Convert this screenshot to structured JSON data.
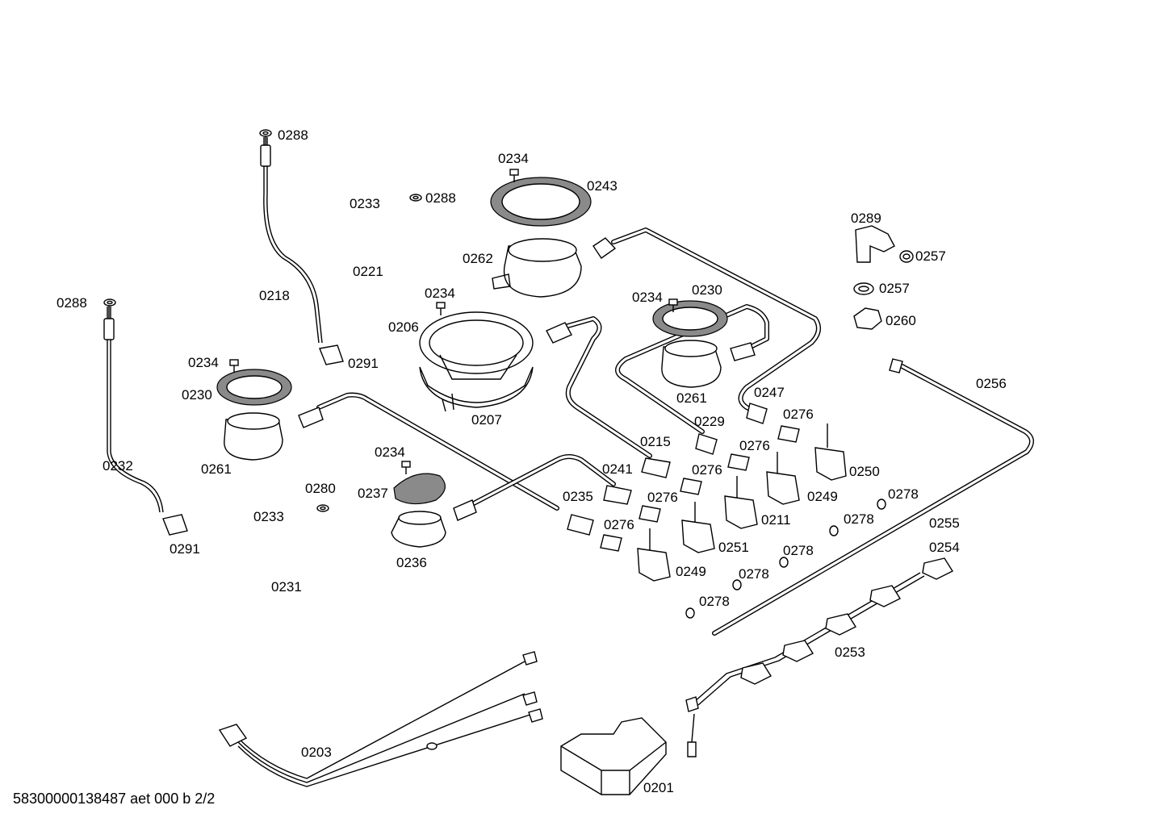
{
  "diagram": {
    "document_id": "58300000138487 aet 000 b 2/2",
    "labels": {
      "l0288a": "0288",
      "l0288b": "0288",
      "l0288c": "0288",
      "l0234a": "0234",
      "l0243": "0243",
      "l0233a": "0233",
      "l0262": "0262",
      "l0221": "0221",
      "l0218": "0218",
      "l0234b": "0234",
      "l0206": "0206",
      "l0291a": "0291",
      "l0234c": "0234",
      "l0230a": "0230",
      "l0207": "0207",
      "l0261a": "0261",
      "l0234d": "0234",
      "l0230b": "0230",
      "l0261b": "0261",
      "l0232": "0232",
      "l0234e": "0234",
      "l0237": "0237",
      "l0280": "0280",
      "l0233b": "0233",
      "l0236": "0236",
      "l0231": "0231",
      "l0291b": "0291",
      "l0289": "0289",
      "l0257a": "0257",
      "l0257b": "0257",
      "l0260": "0260",
      "l0256": "0256",
      "l0247": "0247",
      "l0276a": "0276",
      "l0229": "0229",
      "l0276b": "0276",
      "l0215": "0215",
      "l0276c": "0276",
      "l0241": "0241",
      "l0276d": "0276",
      "l0235": "0235",
      "l0276e": "0276",
      "l0250": "0250",
      "l0249a": "0249",
      "l0278a": "0278",
      "l0211": "0211",
      "l0278b": "0278",
      "l0255": "0255",
      "l0251": "0251",
      "l0278c": "0278",
      "l0254": "0254",
      "l0249b": "0249",
      "l0278d": "0278",
      "l0278e": "0278",
      "l0253": "0253",
      "l0203": "0203",
      "l0201": "0201"
    }
  }
}
